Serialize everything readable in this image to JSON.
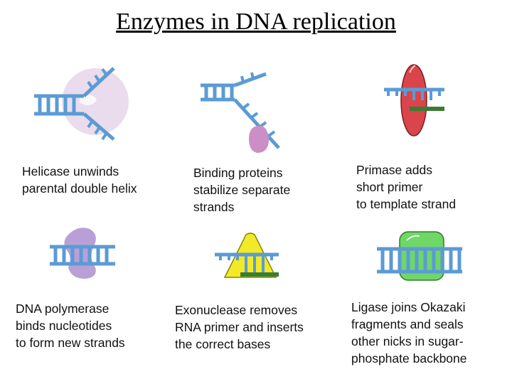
{
  "title": "Enzymes in DNA replication",
  "colors": {
    "dna": "#5b9bd5",
    "primer": "#3a7d32",
    "helicase": "#eadcec",
    "binding_protein": "#cc8ec6",
    "primase": "#d9454a",
    "polymerase": "#b8a0d6",
    "exonuclease": "#f2ea28",
    "ligase": "#6fd668"
  },
  "panels": [
    {
      "enzyme": "helicase",
      "caption": "Helicase unwinds\nparental double helix"
    },
    {
      "enzyme": "binding-proteins",
      "caption": "Binding proteins\nstabilize separate\nstrands"
    },
    {
      "enzyme": "primase",
      "caption": "Primase adds\nshort primer\nto template strand"
    },
    {
      "enzyme": "dna-polymerase",
      "caption": "DNA polymerase\nbinds nucleotides\nto form new strands"
    },
    {
      "enzyme": "exonuclease",
      "caption": "Exonuclease removes\nRNA primer and inserts\nthe correct bases"
    },
    {
      "enzyme": "ligase",
      "caption": "Ligase joins Okazaki\nfragments and seals\nother nicks in sugar-\nphosphate backbone"
    }
  ]
}
